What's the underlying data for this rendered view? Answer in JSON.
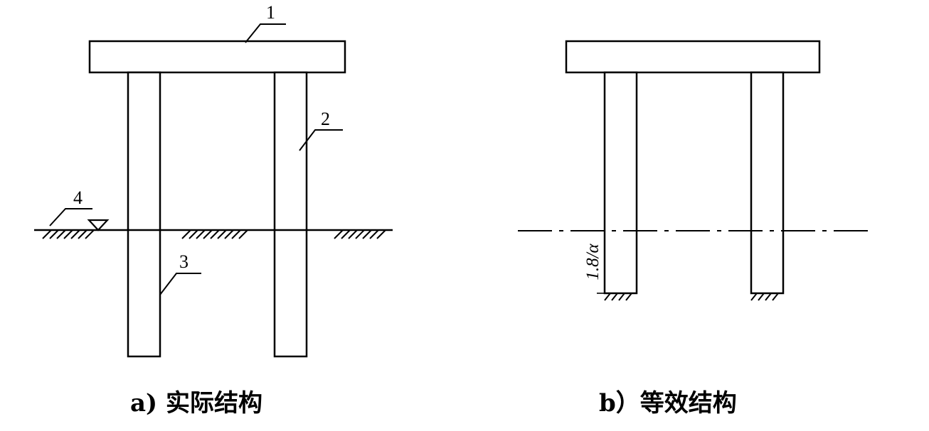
{
  "labels": {
    "cap": "1",
    "pile": "2",
    "embedded": "3",
    "ground": "4"
  },
  "dimension": "1.8/α",
  "captions": {
    "a": "a) 实际结构",
    "b": "b）等效结构"
  }
}
